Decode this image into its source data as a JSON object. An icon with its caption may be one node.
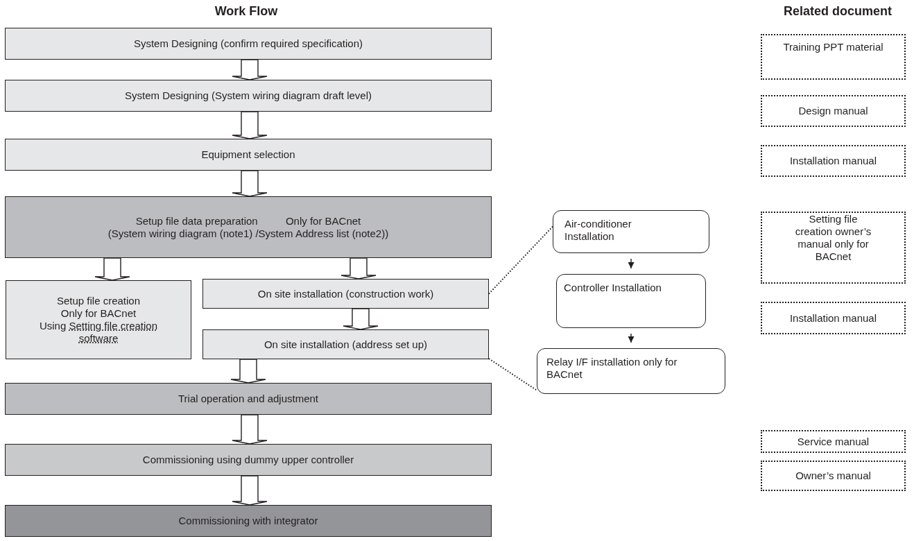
{
  "diagram": {
    "nodes": [
      {
        "text": [
          "System Designing (confirm required specification)"
        ]
      },
      {
        "text": [
          "System Designing (System wiring diagram draft level)"
        ]
      },
      {
        "text": [
          "Equipment selection"
        ]
      },
      {
        "text": [
          "Setup file data preparation",
          "Only for BACnet",
          "(System wiring diagram (note1) /System Address list (note2))"
        ]
      },
      {
        "text": [
          "Setup file creation",
          "Only for BACnet",
          "Using",
          "Setting file creation software"
        ]
      },
      {
        "text": [
          "On site installation (construction work)"
        ]
      },
      {
        "text": [
          "On site installation (address set up)"
        ]
      },
      {
        "text": [
          "Trial operation and adjustment"
        ]
      },
      {
        "text": [
          "Commissioning using dummy upper controller"
        ]
      },
      {
        "text": [
          "Commissioning with integrator"
        ]
      },
      {
        "text": [
          "Air-conditioner Installation"
        ]
      },
      {
        "text": [
          "Controller Installation"
        ]
      },
      {
        "text": [
          "Relay I/F installation only for BACnet"
        ]
      },
      {
        "text": [
          "Training PPT material"
        ]
      },
      {
        "text": [
          "Design manual"
        ]
      },
      {
        "text": [
          "Installation manual"
        ]
      },
      {
        "text": [
          "Setting file creation owner’s manual only for BACnet"
        ]
      },
      {
        "text": [
          "Installation manual"
        ]
      },
      {
        "text": [
          "Service manual"
        ]
      },
      {
        "text": [
          "Owner’s manual"
        ]
      }
    ],
    "edges": [
      {
        "from": 0,
        "to": 1,
        "arrow": "to"
      },
      {
        "from": 1,
        "to": 2,
        "arrow": "to"
      },
      {
        "from": 2,
        "to": 3,
        "arrow": "to"
      },
      {
        "from": 3,
        "to": 4,
        "arrow": "to"
      },
      {
        "from": 3,
        "to": 5,
        "arrow": "to"
      },
      {
        "from": 5,
        "to": 6,
        "arrow": "to"
      },
      {
        "from": 6,
        "to": 7,
        "arrow": "to"
      },
      {
        "from": 7,
        "to": 8,
        "arrow": "to"
      },
      {
        "from": 8,
        "to": 9,
        "arrow": "to"
      },
      {
        "from": 5,
        "to": 10,
        "arrow": "none",
        "style": "dashed"
      },
      {
        "from": 6,
        "to": 12,
        "arrow": "none",
        "style": "dashed"
      },
      {
        "from": 10,
        "to": 11,
        "arrow": "to"
      },
      {
        "from": 11,
        "to": 12,
        "arrow": "to"
      }
    ],
    "labels": [
      "Work Flow",
      "Related document"
    ]
  }
}
